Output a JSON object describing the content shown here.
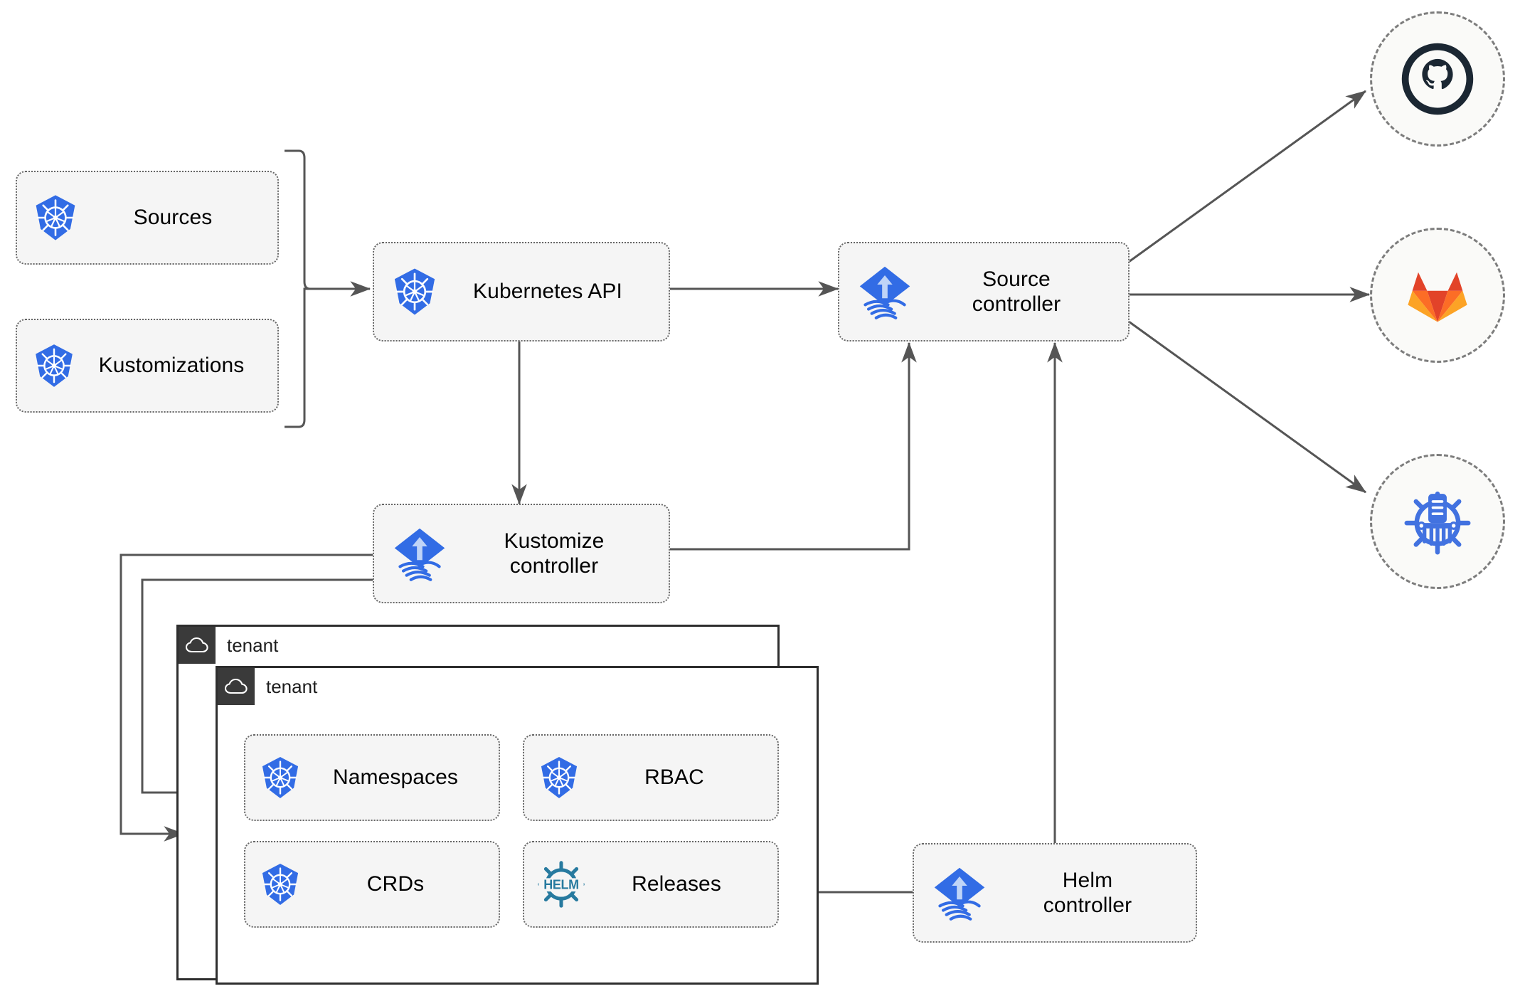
{
  "diagram": {
    "title": "Flux GitOps multi-tenancy architecture",
    "colors": {
      "k8s_blue": "#326ce5",
      "flux_blue": "#326ce5",
      "helm_teal": "#277a9f",
      "github_navy": "#1b2733",
      "gitlab_orange": "#e24329",
      "gitlab_amber": "#fca326",
      "harbor_blue": "#4272e0",
      "node_fill": "#f5f5f5",
      "node_border": "#666666",
      "line": "#555555",
      "tenant_header": "#3a3a3a"
    },
    "nodes": [
      {
        "id": "sources",
        "label": "Sources",
        "icon": "kubernetes-icon"
      },
      {
        "id": "kustomizations",
        "label": "Kustomizations",
        "icon": "kubernetes-icon"
      },
      {
        "id": "k8s-api",
        "label": "Kubernetes API",
        "icon": "kubernetes-icon"
      },
      {
        "id": "source-ctrl",
        "label": "Source\ncontroller",
        "icon": "flux-icon"
      },
      {
        "id": "kustomize-ctrl",
        "label": "Kustomize\ncontroller",
        "icon": "flux-icon"
      },
      {
        "id": "helm-ctrl",
        "label": "Helm\ncontroller",
        "icon": "flux-icon"
      },
      {
        "id": "namespaces",
        "label": "Namespaces",
        "icon": "kubernetes-icon"
      },
      {
        "id": "rbac",
        "label": "RBAC",
        "icon": "kubernetes-icon"
      },
      {
        "id": "crds",
        "label": "CRDs",
        "icon": "kubernetes-icon"
      },
      {
        "id": "releases",
        "label": "Releases",
        "icon": "helm-icon"
      }
    ],
    "endpoints": [
      {
        "id": "github",
        "icon": "github-icon",
        "name": "GitHub"
      },
      {
        "id": "gitlab",
        "icon": "gitlab-icon",
        "name": "GitLab"
      },
      {
        "id": "harbor",
        "icon": "helm-repository-icon",
        "name": "Helm repository"
      }
    ],
    "tenants": [
      {
        "id": "tenant-outer",
        "label": "tenant",
        "icon": "cloud-icon"
      },
      {
        "id": "tenant-inner",
        "label": "tenant",
        "icon": "cloud-icon"
      }
    ],
    "labels": {
      "sources": "Sources",
      "kustomizations": "Kustomizations",
      "k8s_api": "Kubernetes API",
      "source_controller": "Source\ncontroller",
      "kustomize_controller": "Kustomize\ncontroller",
      "helm_controller": "Helm\ncontroller",
      "namespaces": "Namespaces",
      "rbac": "RBAC",
      "crds": "CRDs",
      "releases": "Releases",
      "tenant_outer": "tenant",
      "tenant_inner": "tenant"
    },
    "edges": [
      {
        "from": "sources+kustomizations",
        "to": "k8s-api",
        "style": "bracket-arrow",
        "direction": "one-way"
      },
      {
        "from": "k8s-api",
        "to": "source-ctrl",
        "style": "straight",
        "direction": "two-way"
      },
      {
        "from": "k8s-api",
        "to": "kustomize-ctrl",
        "style": "vertical",
        "direction": "two-way"
      },
      {
        "from": "source-ctrl",
        "to": "github",
        "style": "diagonal",
        "direction": "one-way"
      },
      {
        "from": "source-ctrl",
        "to": "gitlab",
        "style": "straight",
        "direction": "one-way"
      },
      {
        "from": "source-ctrl",
        "to": "harbor",
        "style": "diagonal",
        "direction": "one-way"
      },
      {
        "from": "kustomize-ctrl",
        "to": "source-ctrl",
        "style": "orthogonal",
        "direction": "one-way"
      },
      {
        "from": "helm-ctrl",
        "to": "source-ctrl",
        "style": "vertical",
        "direction": "one-way"
      },
      {
        "from": "helm-ctrl",
        "to": "releases",
        "style": "straight",
        "direction": "one-way"
      },
      {
        "from": "kustomize-ctrl",
        "to": "tenant-outer",
        "style": "orthogonal",
        "direction": "one-way"
      },
      {
        "from": "kustomize-ctrl",
        "to": "tenant-inner",
        "style": "orthogonal",
        "direction": "one-way"
      }
    ]
  }
}
